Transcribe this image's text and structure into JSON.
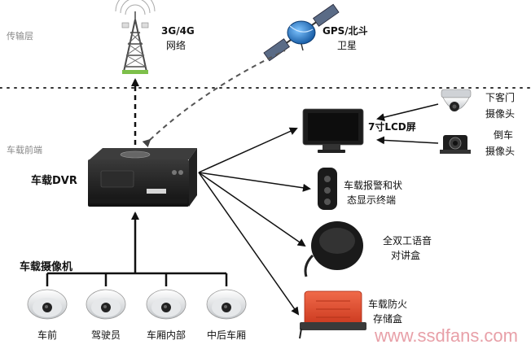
{
  "layers": {
    "transport": "传输层",
    "vehicle": "车载前端"
  },
  "network": {
    "line1": "3G/4G",
    "line2": "网络"
  },
  "satellite": {
    "line1": "GPS/北斗",
    "line2": "卫星"
  },
  "dvr": {
    "label": "车载DVR"
  },
  "lcd": {
    "label": "7寸LCD屏"
  },
  "door_camera": {
    "line1": "下客门",
    "line2": "摄像头"
  },
  "reverse_camera": {
    "line1": "倒车",
    "line2": "摄像头"
  },
  "alarm_terminal": {
    "line1": "车载报警和状",
    "line2": "态显示终端"
  },
  "intercom": {
    "line1": "全双工语音",
    "line2": "对讲盒"
  },
  "storage_box": {
    "line1": "车载防火",
    "line2": "存储盒"
  },
  "vehicle_cameras": {
    "title": "车载摄像机",
    "items": [
      "车前",
      "驾驶员",
      "车厢内部",
      "中后车厢"
    ]
  },
  "watermark": "www.ssdfans.com",
  "colors": {
    "arrow": "#111111",
    "dashed_arrow": "#555555",
    "storage_red": "#e0452a",
    "satellite_blue": "#2a7fd4",
    "device_black": "#1c1c1c"
  }
}
